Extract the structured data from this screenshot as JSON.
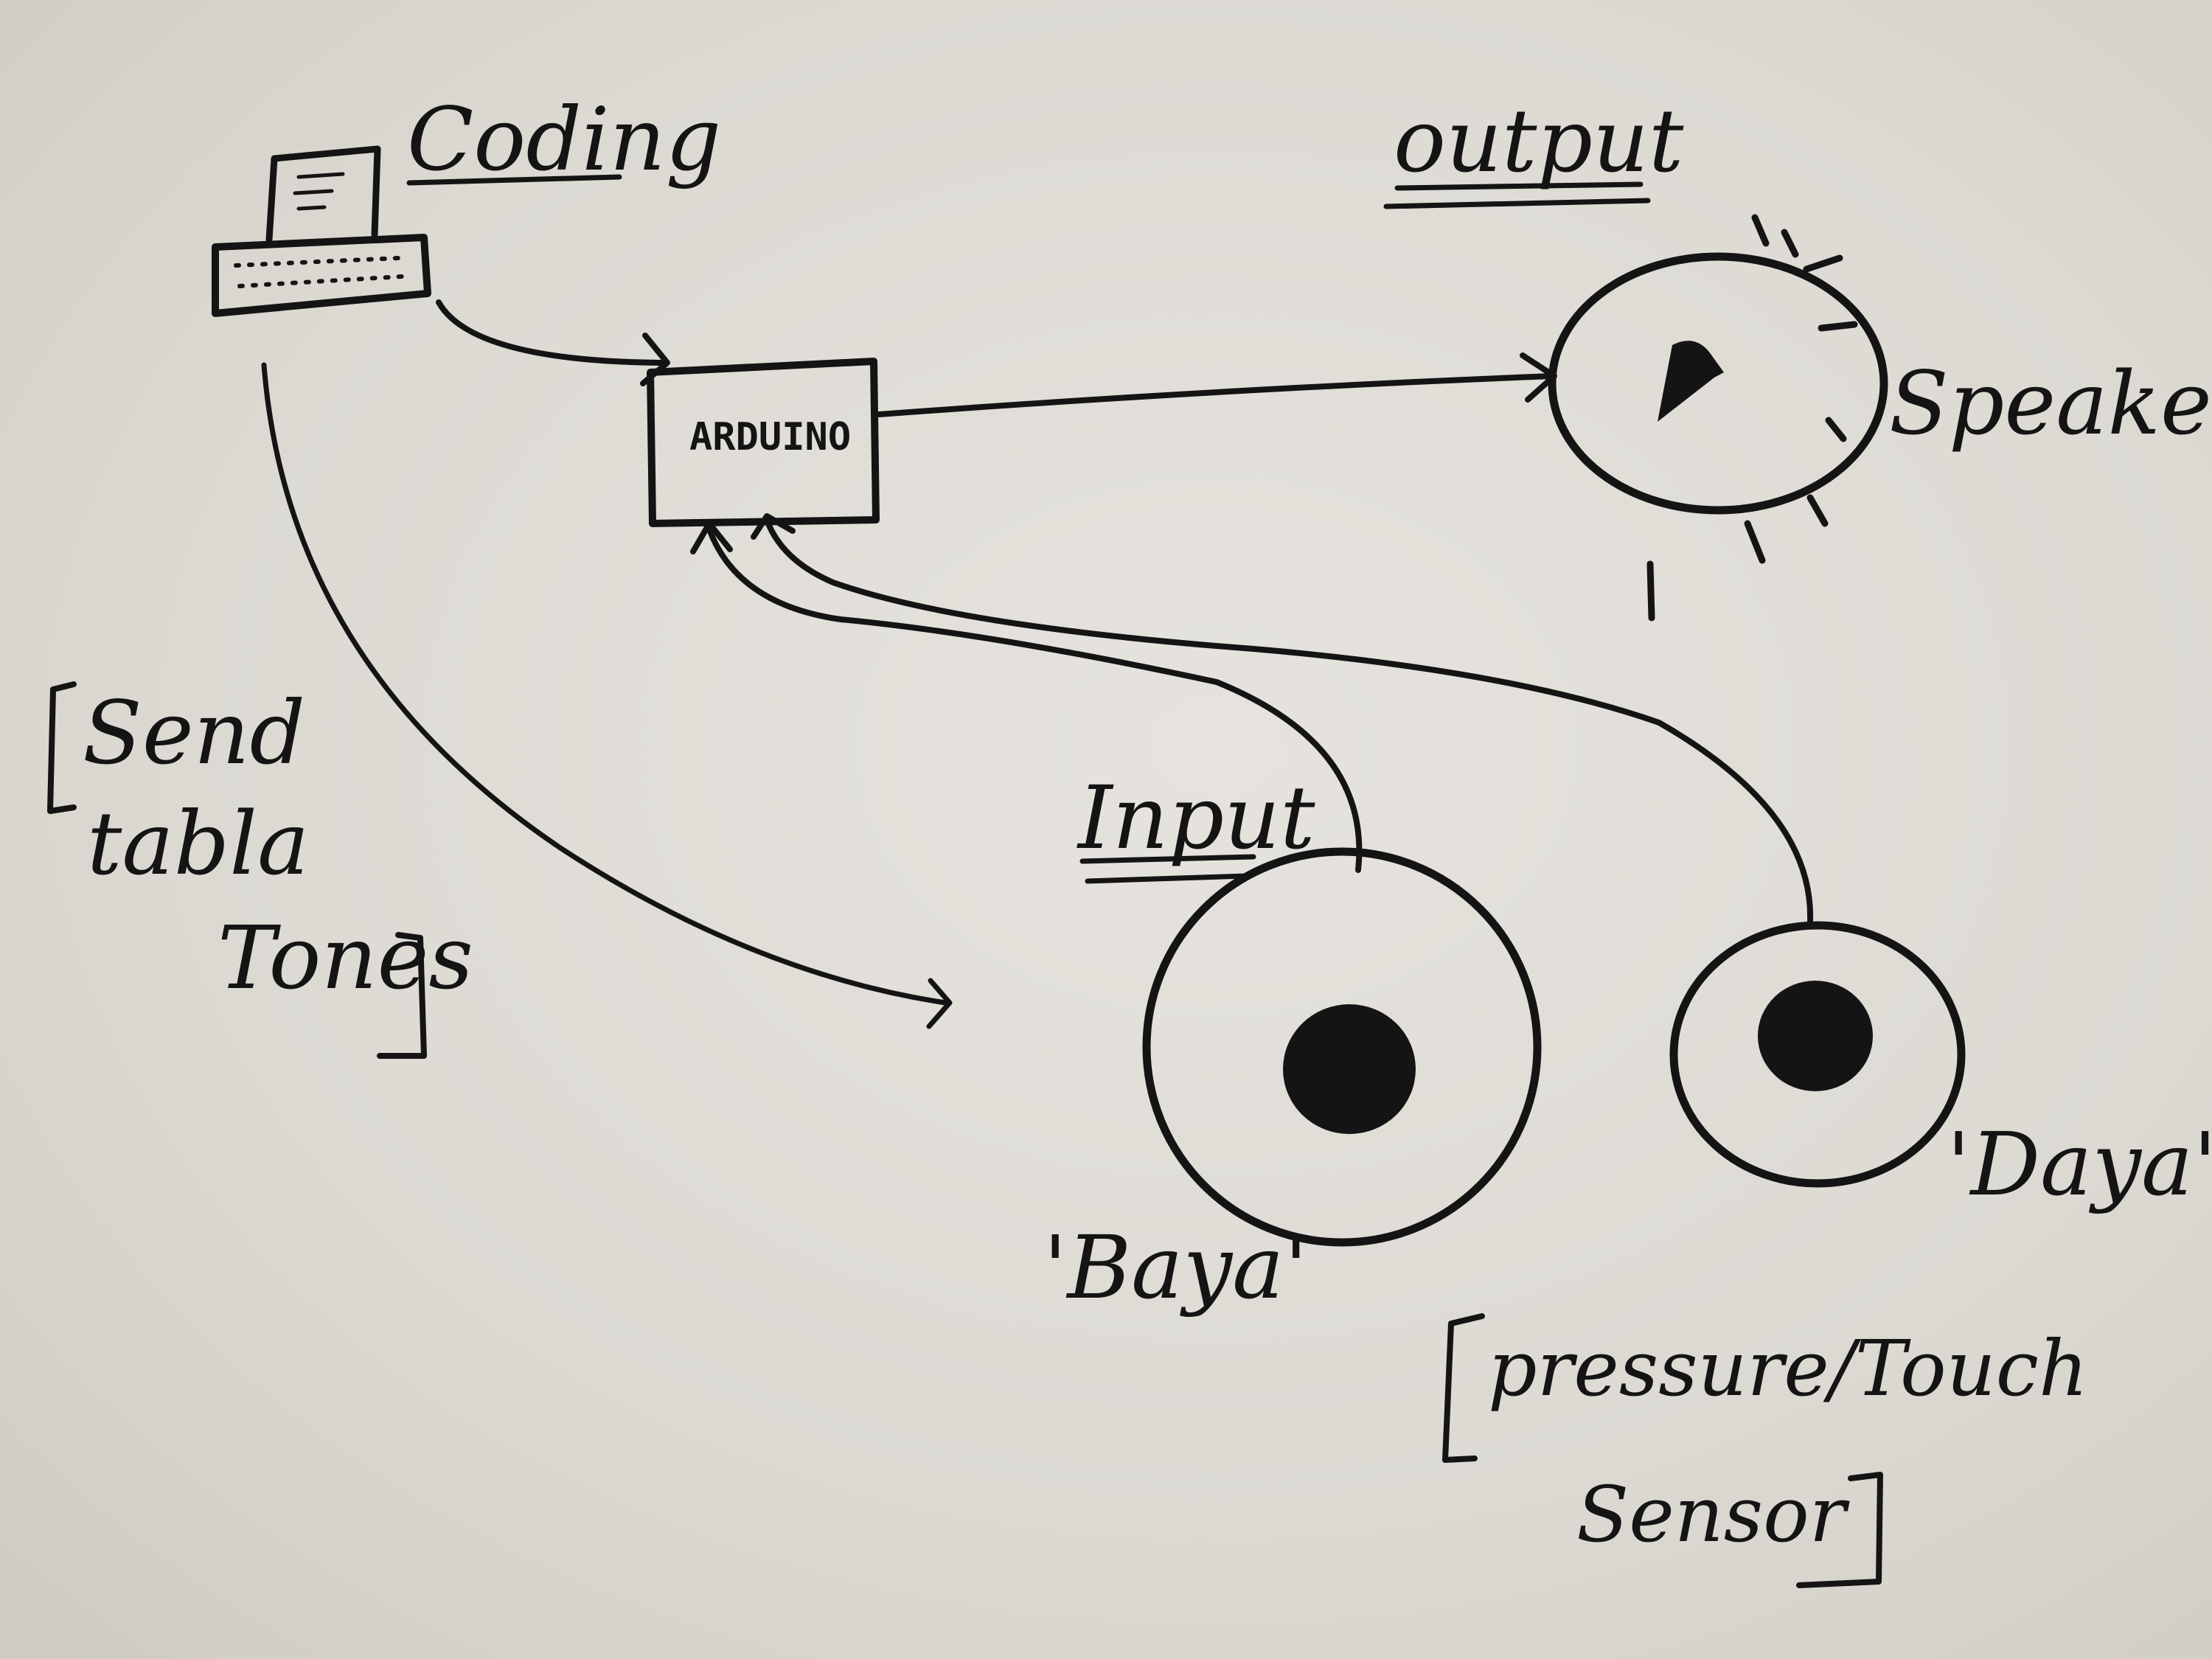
{
  "labels": {
    "coding": "Coding",
    "output": "output",
    "input": "Input",
    "arduino": "ARDUINO",
    "speaker": "Speaker",
    "send_line1": "Send",
    "send_line2": "tabla",
    "send_line3": "Tones",
    "baya": "'Baya'",
    "daya": "'Daya'",
    "sensor_line1": "pressure/Touch",
    "sensor_line2": "Sensor"
  },
  "colors": {
    "ink": "#141414",
    "paper": "#e2dfda"
  }
}
